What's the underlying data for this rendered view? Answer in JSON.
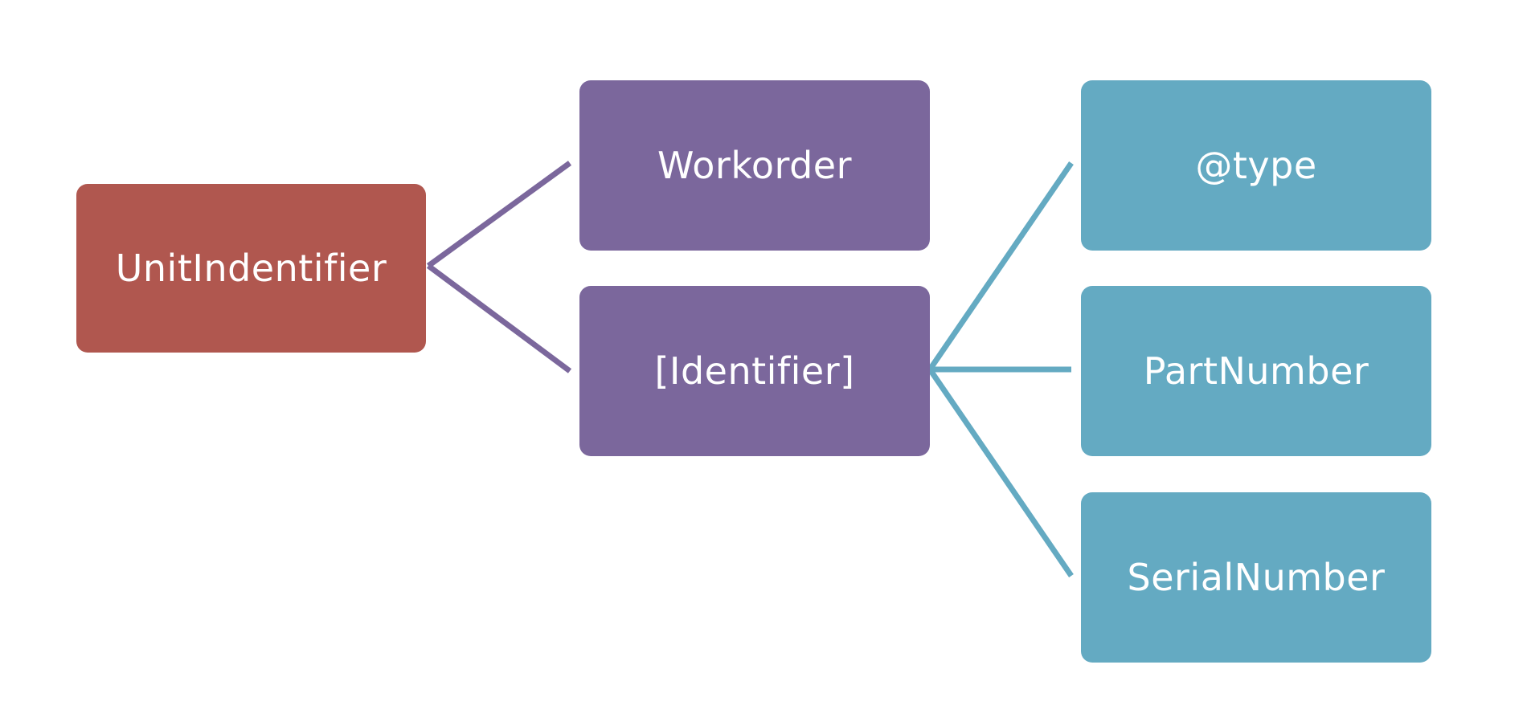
{
  "colors": {
    "root": "#b0574f",
    "level1": "#7b679c",
    "level2": "#64aac2",
    "text": "#ffffff",
    "background": "#ffffff"
  },
  "diagram": {
    "root": {
      "label": "UnitIndentifier"
    },
    "children": [
      {
        "label": "Workorder"
      },
      {
        "label": "[Identifier]",
        "children": [
          {
            "label": "@type"
          },
          {
            "label": "PartNumber"
          },
          {
            "label": "SerialNumber"
          }
        ]
      }
    ]
  }
}
